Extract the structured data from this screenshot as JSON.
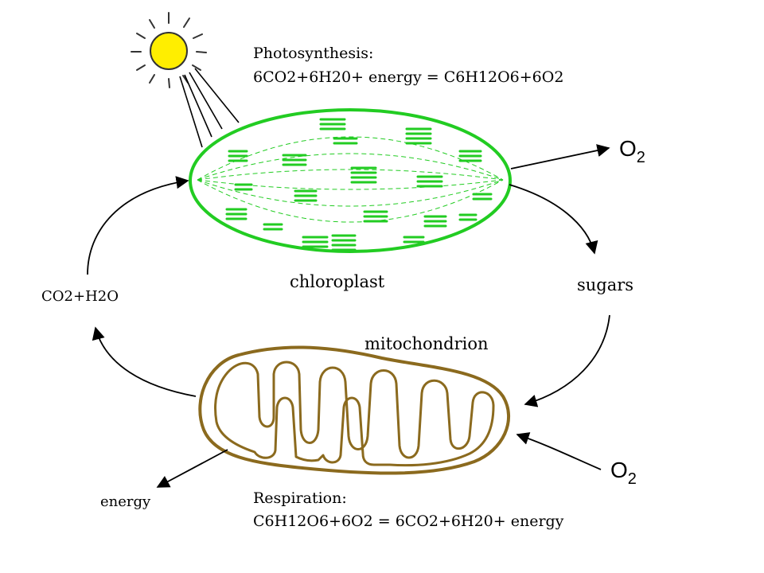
{
  "photosynthesis": {
    "title": "Photosynthesis:",
    "equation": "6CO2+6H20+ energy = C6H12O6+6O2"
  },
  "respiration": {
    "title": "Respiration:",
    "equation": "C6H12O6+6O2 = 6CO2+6H20+ energy"
  },
  "labels": {
    "chloroplast": "chloroplast",
    "mitochondrion": "mitochondrion",
    "sugars": "sugars",
    "inputs": "CO2+H2O",
    "energy": "energy",
    "oxygen_out_base": "O",
    "oxygen_out_sub": "2",
    "oxygen_in_base": "O",
    "oxygen_in_sub": "2"
  },
  "colors": {
    "chloroplast": "#22cc22",
    "mitochondrion": "#8b6a1e",
    "sun_fill": "#ffee00",
    "sun_stroke": "#333333",
    "arrow": "#000000"
  },
  "icons": {
    "sun": "sun-icon"
  }
}
